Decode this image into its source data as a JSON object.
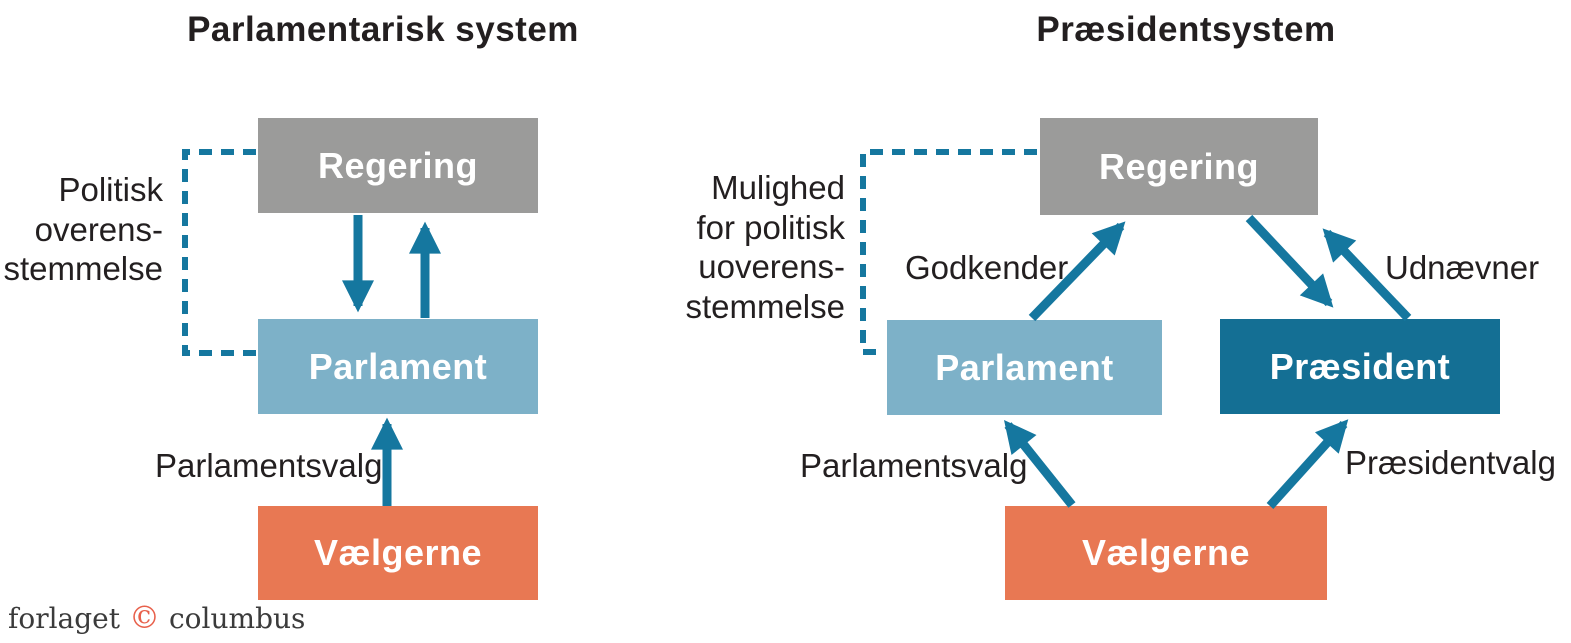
{
  "left_diagram": {
    "title": "Parlamentarisk system",
    "boxes": {
      "regering": "Regering",
      "parlament": "Parlament",
      "vaelgerne": "Vælgerne"
    },
    "labels": {
      "overensstemmelse": "Politisk\noverens-\nstemmelse",
      "parlamentsvalg": "Parlamentsvalg"
    }
  },
  "right_diagram": {
    "title": "Præsidentsystem",
    "boxes": {
      "regering": "Regering",
      "parlament": "Parlament",
      "praesident": "Præsident",
      "vaelgerne": "Vælgerne"
    },
    "labels": {
      "uoverensstemmelse": "Mulighed\nfor politisk\nuoverens-\nstemmelse",
      "godkender": "Godkender",
      "udnaevner": "Udnævner",
      "parlamentsvalg": "Parlamentsvalg",
      "praesidentvalg": "Præsidentvalg"
    }
  },
  "footer": {
    "publisher_left": "forlaget",
    "copyright_symbol": "©",
    "publisher_right": "columbus"
  },
  "colors": {
    "box_gray": "#9b9b9a",
    "box_light_blue": "#7db1c8",
    "box_dark_blue": "#146f94",
    "box_orange": "#e87853",
    "arrow_teal": "#15779f",
    "text_dark": "#231f20",
    "copyright_orange": "#e8604b"
  }
}
